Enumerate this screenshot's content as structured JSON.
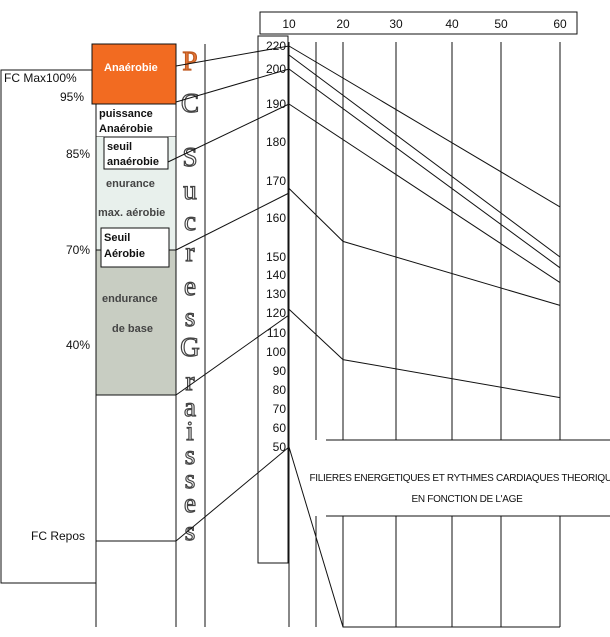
{
  "chart_data": {
    "type": "line",
    "title": "FILIERES ENERGETIQUES ET RYTHMES CARDIAQUES THEORIQUES",
    "subtitle": "EN FONCTION DE L'AGE",
    "x": [
      10,
      20,
      30,
      40,
      50,
      60
    ],
    "x_ticks": [
      "10",
      "20",
      "30",
      "40",
      "50",
      "60"
    ],
    "y_ticks": [
      "220",
      "200",
      "190",
      "180",
      "170",
      "160",
      "150",
      "140",
      "130",
      "120",
      "110",
      "100",
      "90",
      "80",
      "70",
      "60",
      "50"
    ],
    "series": [
      {
        "values": [
          220,
          null,
          null,
          null,
          null,
          163
        ]
      },
      {
        "values": [
          210,
          null,
          null,
          null,
          null,
          150
        ]
      },
      {
        "values": [
          200,
          null,
          null,
          null,
          null,
          144
        ]
      },
      {
        "values": [
          190,
          null,
          null,
          null,
          null,
          136
        ]
      },
      {
        "values": [
          168,
          154,
          null,
          null,
          null,
          124
        ]
      },
      {
        "values": [
          122,
          96,
          null,
          null,
          null,
          76
        ]
      },
      {
        "values": [
          50,
          0,
          null,
          null,
          null,
          0
        ]
      }
    ],
    "grid": true
  },
  "left_panel": {
    "percent_labels": [
      "FC Max100%",
      "95%",
      "85%",
      "70%",
      "40%",
      "FC Repos"
    ]
  },
  "zones": {
    "anaerobie": "Anaérobie",
    "puissance_1": "puissance",
    "puissance_2": "Anaérobie",
    "seuil_an_1": "seuil",
    "seuil_an_2": "anaérobie",
    "enurance": "enurance",
    "max_aerobie": "max. aérobie",
    "seuil_ae_1": "Seuil",
    "seuil_ae_2": "Aérobie",
    "endurance": "endurance",
    "de_base": "de base"
  },
  "vertical_text": {
    "letters": [
      "P",
      "C",
      "S",
      "u",
      "c",
      "r",
      "e",
      "s",
      "G",
      "r",
      "a",
      "i",
      "s",
      "s",
      "e",
      "s"
    ],
    "orange_count": 1
  },
  "colors": {
    "orange": "#f26b21",
    "light_green": "#e8f0ec",
    "gray_green": "#c8cdc2",
    "line": "#111111"
  }
}
